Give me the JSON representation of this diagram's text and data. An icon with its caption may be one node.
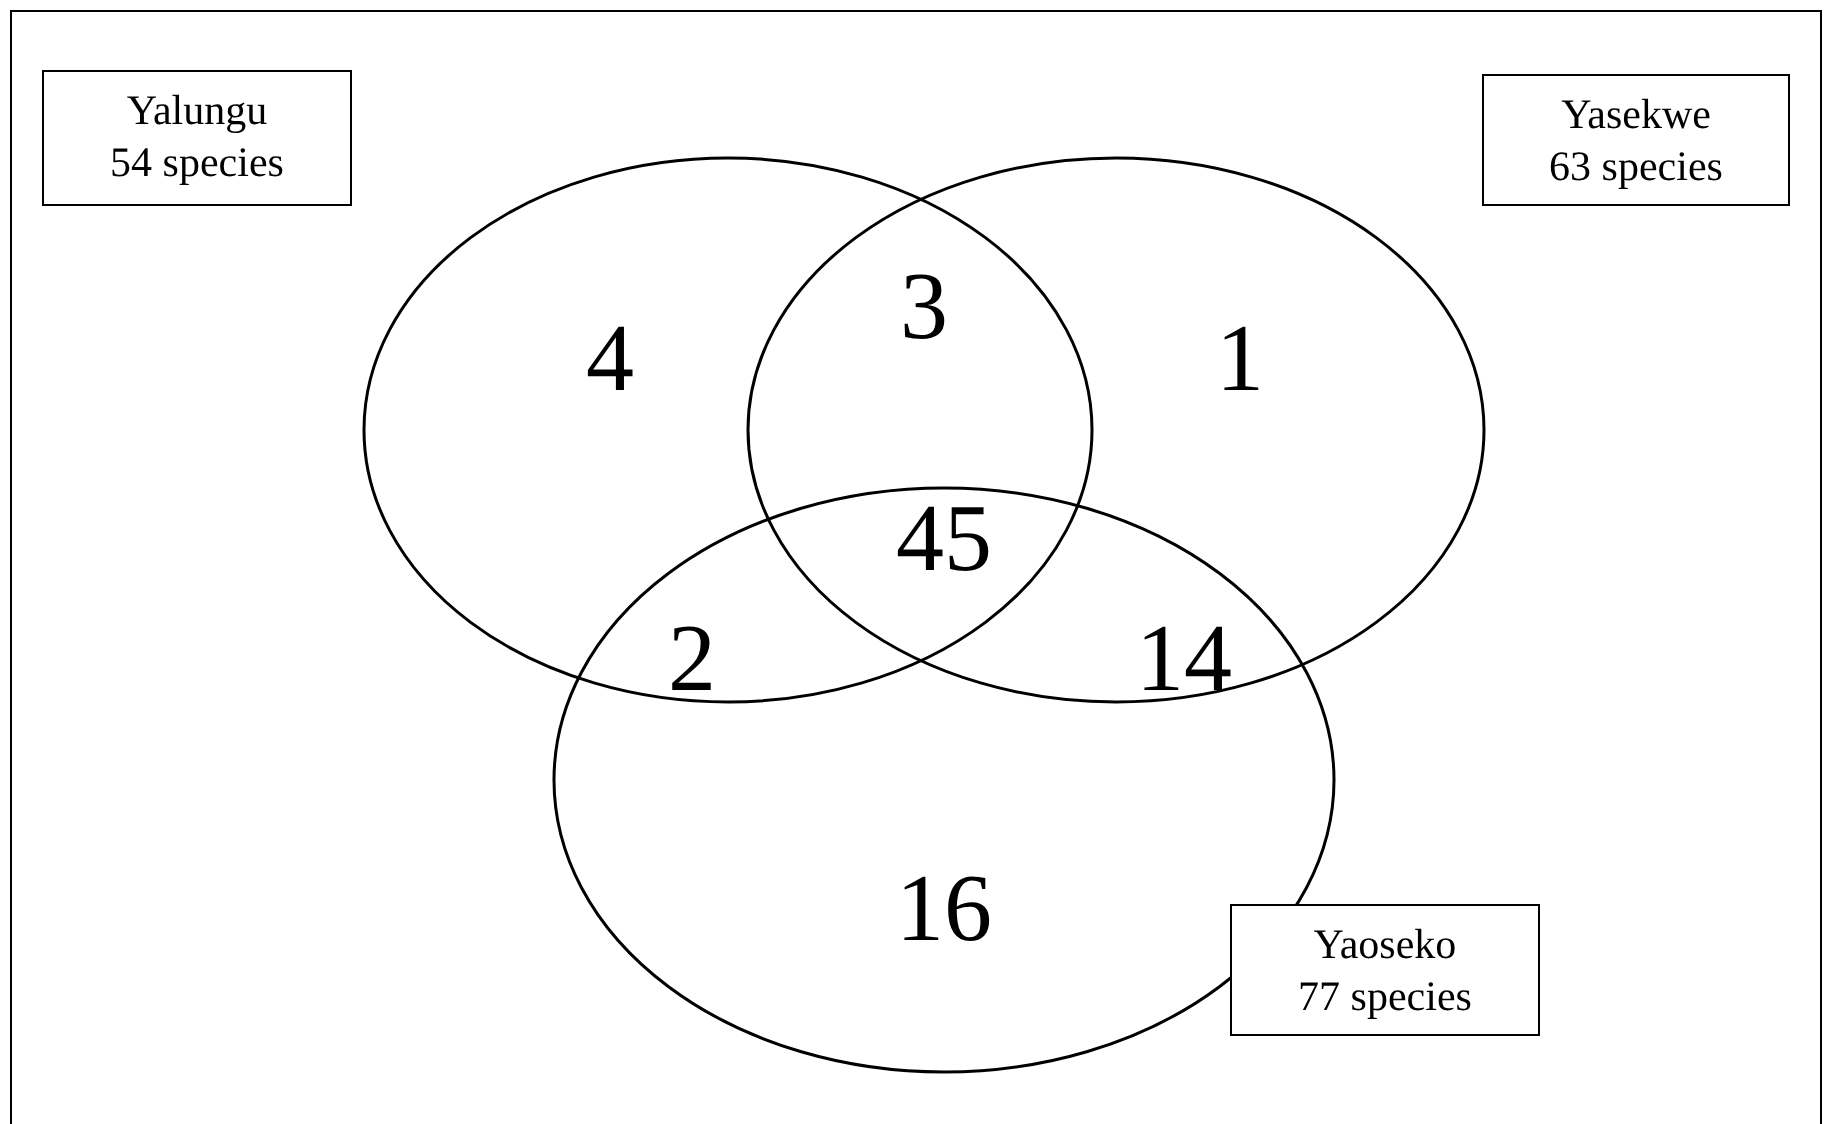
{
  "diagram": {
    "nodes": [
      {
        "text": [
          "Yalungu",
          "54 species"
        ]
      },
      {
        "text": [
          "Yasekwe",
          "63 species"
        ]
      },
      {
        "text": [],
        "shape": "circle"
      },
      {
        "text": [],
        "shape": "circle"
      },
      {
        "text": [],
        "shape": "circle"
      },
      {
        "text": [
          "Yaoseko",
          "77 species"
        ]
      }
    ],
    "labels": [
      "4",
      "3",
      "1",
      "45",
      "2",
      "14",
      "16"
    ]
  }
}
